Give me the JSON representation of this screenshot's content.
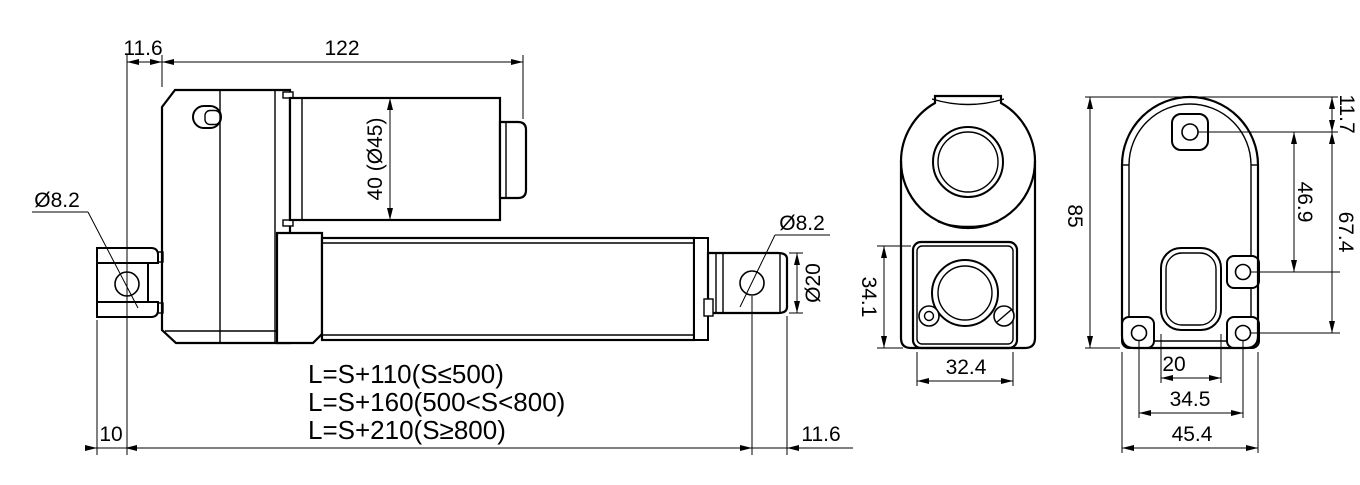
{
  "drawing": {
    "kind": "linear-actuator-dimension-drawing",
    "colors": {
      "background": "#ffffff",
      "line": "#000000"
    }
  },
  "views": {
    "side": {
      "dims": {
        "rear_offset": "11.6",
        "motor_len": "122",
        "motor_dia": "40 (Ø45)",
        "rear_hole": "Ø8.2",
        "rod_hole": "Ø8.2",
        "rod_dia": "Ø20",
        "rear_pin": "10",
        "front_pin": "11.6"
      },
      "formulas": [
        "L=S+110(S≤500)",
        "L=S+160(500<S<800)",
        "L=S+210(S≥800)"
      ]
    },
    "rear": {
      "dims": {
        "plate_h": "34.1",
        "plate_w": "32.4",
        "height": "85"
      }
    },
    "mount": {
      "dims": {
        "top_hole": "11.7",
        "mid_span": "46.9",
        "low_span": "67.4",
        "slot_w": "20",
        "foot_span": "34.5",
        "width": "45.4"
      }
    }
  }
}
